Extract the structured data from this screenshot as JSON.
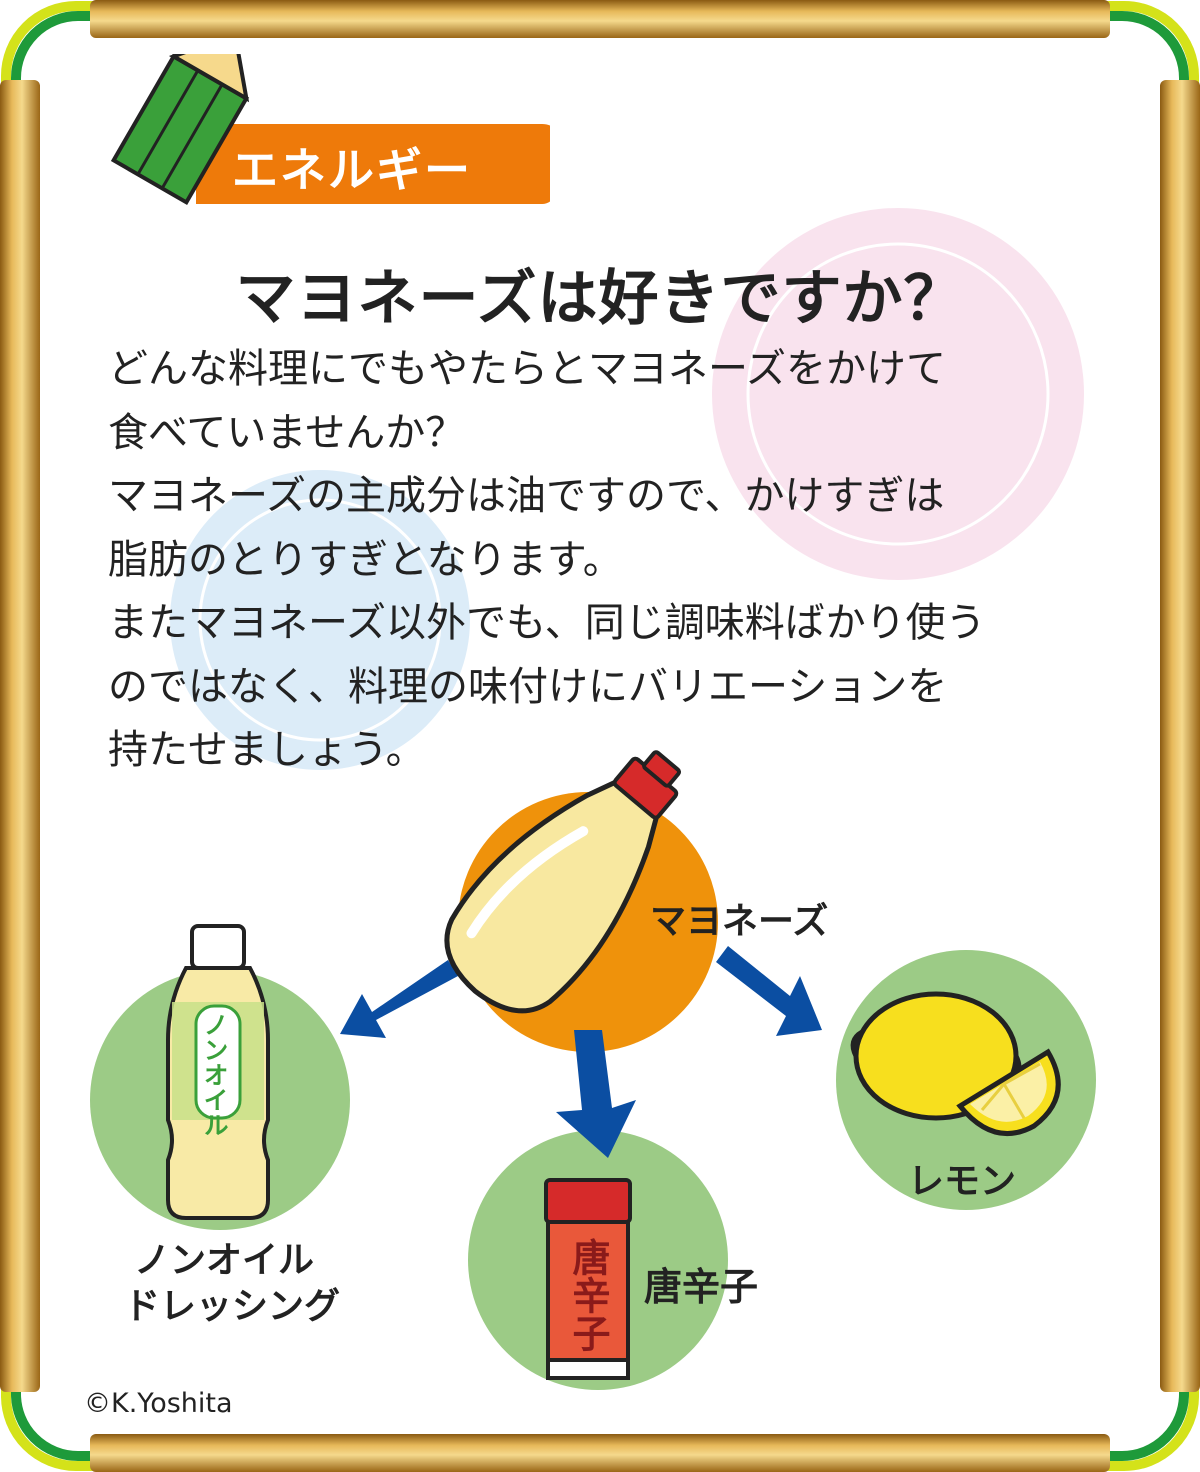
{
  "tag": {
    "label": "エネルギー"
  },
  "headline": "マヨネーズは好きですか？",
  "body_lines": [
    "どんな料理にでもやたらとマヨネーズをかけて",
    "食べていませんか？",
    "マヨネーズの主成分は油ですので、かけすぎは",
    "脂肪のとりすぎとなります。",
    "またマヨネーズ以外でも、同じ調味料ばかり使う",
    "のではなく、料理の味付けにバリエーションを",
    "持たせましょう。"
  ],
  "items": {
    "mayo": "マヨネーズ",
    "dressing_line1": "ノンオイル",
    "dressing_line2": "ドレッシング",
    "chili": "唐辛子",
    "lemon": "レモン"
  },
  "bottle_labels": {
    "dressing": "ノンオイル",
    "chili": "唐辛子"
  },
  "copyright": "©K.Yoshita",
  "colors": {
    "frame_gold": "#c8952f",
    "frame_green": "#1e9a3a",
    "frame_lime": "#d4e21a",
    "tag_orange": "#ee7a0a",
    "arrow_blue": "#0b4ea2",
    "mayo_circle": "#ef920b",
    "green_circle": "#9ccb86",
    "pink_bubble": "#f9e3ee",
    "blue_bubble": "#dcecf8"
  }
}
